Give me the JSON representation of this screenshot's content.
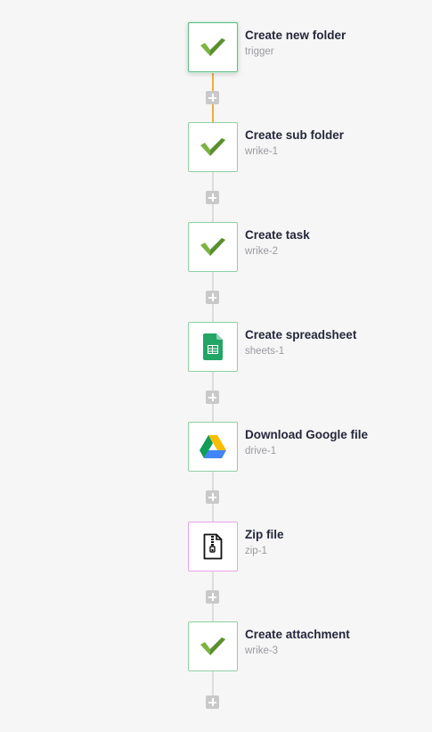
{
  "steps": [
    {
      "title": "Create new folder",
      "subtitle": "trigger",
      "icon": "wrike-check-icon"
    },
    {
      "title": "Create sub folder",
      "subtitle": "wrike-1",
      "icon": "wrike-check-icon"
    },
    {
      "title": "Create task",
      "subtitle": "wrike-2",
      "icon": "wrike-check-icon"
    },
    {
      "title": "Create spreadsheet",
      "subtitle": "sheets-1",
      "icon": "google-sheets-icon"
    },
    {
      "title": "Download Google file",
      "subtitle": "drive-1",
      "icon": "google-drive-icon"
    },
    {
      "title": "Zip file",
      "subtitle": "zip-1",
      "icon": "zip-file-icon"
    },
    {
      "title": "Create attachment",
      "subtitle": "wrike-3",
      "icon": "wrike-check-icon"
    }
  ],
  "add_step_icon": "plus-icon",
  "colors": {
    "background": "#f6f6f6",
    "step_border": "#8fd0a4",
    "zip_border": "#e7a3ea",
    "active_connector": "#f0ad3c",
    "connector": "#dddddd",
    "title_text": "#25273b",
    "subtitle_text": "#9a9aa2"
  }
}
